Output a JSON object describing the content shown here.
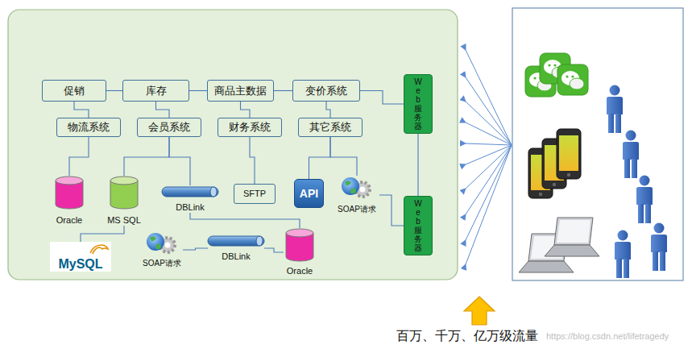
{
  "diagram": {
    "nodes": [
      {
        "text": [
          "促销"
        ]
      },
      {
        "text": [
          "库存"
        ]
      },
      {
        "text": [
          "商品主数据"
        ]
      },
      {
        "text": [
          "变价系统"
        ]
      },
      {
        "text": [
          "物流系统"
        ]
      },
      {
        "text": [
          "会员系统"
        ]
      },
      {
        "text": [
          "财务系统"
        ]
      },
      {
        "text": [
          "其它系统"
        ]
      },
      {
        "text": [
          "Oracle"
        ]
      },
      {
        "text": [
          "MS SQL"
        ]
      },
      {
        "text": [
          "DBLink"
        ]
      },
      {
        "text": [
          "SFTP"
        ]
      },
      {
        "text": [
          "API"
        ]
      },
      {
        "text": [
          "SOAP请求"
        ]
      },
      {
        "text": [
          "Web服务器"
        ]
      },
      {
        "text": [
          "Web服务器"
        ]
      },
      {
        "text": [
          "MySQL"
        ]
      },
      {
        "text": [
          "SOAP请求"
        ]
      },
      {
        "text": [
          "DBLink"
        ]
      },
      {
        "text": [
          "Oracle"
        ]
      }
    ],
    "edges": [
      {
        "from": 0,
        "to": 4,
        "arrow": "none"
      },
      {
        "from": 1,
        "to": 5,
        "arrow": "none"
      },
      {
        "from": 2,
        "to": 6,
        "arrow": "none"
      },
      {
        "from": 3,
        "to": 7,
        "arrow": "none"
      },
      {
        "from": 0,
        "to": 1,
        "arrow": "none"
      },
      {
        "from": 1,
        "to": 2,
        "arrow": "none"
      },
      {
        "from": 2,
        "to": 3,
        "arrow": "none"
      },
      {
        "from": 3,
        "to": 14,
        "arrow": "none"
      },
      {
        "from": 4,
        "to": 8,
        "arrow": "none"
      },
      {
        "from": 5,
        "to": 9,
        "arrow": "none"
      },
      {
        "from": 5,
        "to": 10,
        "arrow": "none"
      },
      {
        "from": 6,
        "to": 11,
        "arrow": "none"
      },
      {
        "from": 7,
        "to": 12,
        "arrow": "none"
      },
      {
        "from": 7,
        "to": 13,
        "arrow": "none"
      },
      {
        "from": 10,
        "to": 19,
        "arrow": "none"
      },
      {
        "from": 9,
        "to": 16,
        "arrow": "none"
      },
      {
        "from": 17,
        "to": 18,
        "arrow": "none"
      },
      {
        "from": 18,
        "to": 19,
        "arrow": "none"
      },
      {
        "from": 13,
        "to": 15,
        "arrow": "none"
      },
      {
        "from": 14,
        "to": 15,
        "arrow": "none"
      }
    ],
    "labels": [
      "百万、千万、亿万级流量",
      "https://blog.csdn.net/lifetragedy"
    ]
  }
}
